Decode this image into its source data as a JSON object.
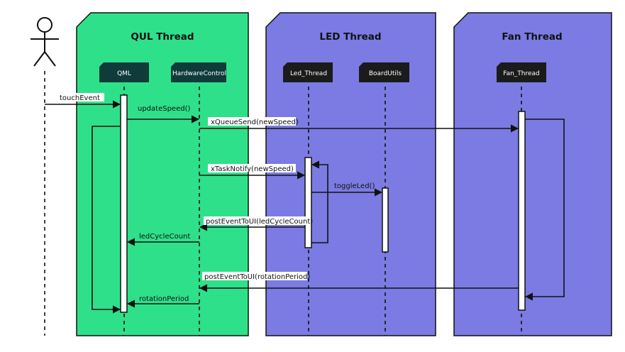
{
  "threads": {
    "qul": "QUL Thread",
    "led": "LED Thread",
    "fan": "Fan Thread"
  },
  "participants": {
    "qml": "QML",
    "hardware": "HardwareControl",
    "led_thread": "Led_Thread",
    "board_utils": "BoardUtils",
    "fan_thread": "Fan_Thread"
  },
  "messages": {
    "touch_event": "touchEvent",
    "update_speed": "updateSpeed()",
    "queue_send": "xQueueSend(newSpeed)",
    "task_notify": "xTaskNotify(newSpeed)",
    "toggle_led": "toggleLed()",
    "post_led": "postEventToUI(ledCycleCount)",
    "led_cycle_count": "ledCycleCount",
    "post_rotation": "postEventToUI(rotationPeriod)",
    "rotation_period": "rotationPeriod"
  },
  "colors": {
    "qul_bg": "#2fe08a",
    "led_bg": "#7b7be3",
    "fan_bg": "#7b7be3",
    "qml_box": "#0f3b3b",
    "hw_box": "#0f3b3b",
    "dark_box": "#1b1b1b"
  }
}
